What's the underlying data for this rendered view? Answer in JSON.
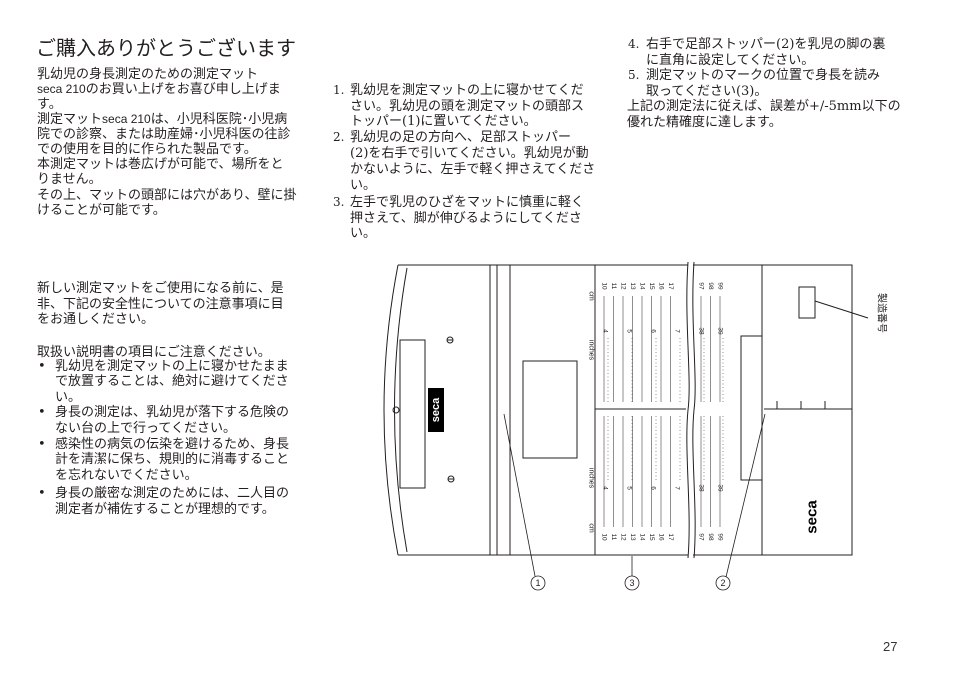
{
  "page": {
    "number": "27"
  },
  "intro": {
    "title": "ご購入ありがとうございます",
    "lines": [
      {
        "text": "乳幼児の身長測定のための測定マット"
      },
      {
        "brand": "seca 210",
        "text": "のお買い上げをお喜び申し上げま"
      },
      {
        "text": "す。"
      },
      {
        "before": "測定マット",
        "brand": "seca 210",
        "text": "は、小児科医院･小児病"
      },
      {
        "text": "院での診察、または助産婦･小児科医の往診"
      },
      {
        "text": "での使用を目的に作られた製品です。"
      },
      {
        "text": "本測定マットは巻広げが可能で、場所をと"
      },
      {
        "text": "りません。"
      },
      {
        "text": "その上、マットの頭部には穴があり、壁に掛"
      },
      {
        "text": "けることが可能です。"
      }
    ]
  },
  "safety": {
    "intro_lines": [
      "新しい測定マットをご使用になる前に、是",
      "非、下記の安全性についての注意事項に目",
      "をお通しください。"
    ],
    "notice": "取扱い説明書の項目にご注意ください。",
    "bullet_symbol": "•",
    "bullets": [
      {
        "lines": [
          "乳幼児を測定マットの上に寝かせたまま",
          "で放置することは、絶対に避けてくださ",
          "い。"
        ]
      },
      {
        "lines": [
          "身長の測定は、乳幼児が落下する危険の",
          "ない台の上で行ってください。"
        ]
      },
      {
        "lines": [
          "感染性の病気の伝染を避けるため、身長",
          "計を清潔に保ち、規則的に消毒すること",
          "を忘れないでください。"
        ]
      },
      {
        "lines": [
          "身長の厳密な測定のためには、二人目の",
          "測定者が補佐することが理想的です。"
        ]
      }
    ]
  },
  "steps": [
    {
      "number": "1.",
      "lines": [
        "乳幼児を測定マットの上に寝かせてくだ",
        "さい。乳幼児の頭を測定マットの頭部ス",
        "トッパー(1)に置いてください。"
      ]
    },
    {
      "number": "2.",
      "lines": [
        "乳幼児の足の方向へ、足部ストッパー",
        "(2)を右手で引いてください。乳幼児が動",
        "かないように、左手で軽く押さえてくださ",
        "い。"
      ]
    },
    {
      "number": "3.",
      "lines": [
        "左手で乳児のひざをマットに慎重に軽く",
        "押さえて、脚が伸びるようにしてくださ",
        "い。"
      ]
    },
    {
      "number": "4.",
      "lines": [
        "右手で足部ストッパー(2)を乳児の脚の裏",
        "に直角に設定してください。"
      ]
    },
    {
      "number": "5.",
      "lines": [
        "測定マットのマークの位置で身長を読み",
        "取ってください(3)。"
      ]
    }
  ],
  "accuracy_note": {
    "lines": [
      "上記の測定法に従えば、誤差が+/-5mm以下の",
      "優れた精確度に達します。"
    ]
  },
  "figure": {
    "callouts": [
      "1",
      "3",
      "2"
    ],
    "serial_number_label": "製造番号",
    "logo_text": "seca",
    "scale": {
      "unit_cm": "cm",
      "unit_inches": "inches",
      "cm_ticks_left": [
        "10",
        "11",
        "12",
        "13",
        "14",
        "15",
        "16",
        "17"
      ],
      "cm_ticks_right": [
        "97",
        "98",
        "99"
      ],
      "inch_ticks_left": [
        "4",
        "5",
        "6",
        "7"
      ],
      "inch_ticks_right": [
        "38",
        "39"
      ]
    },
    "colors": {
      "line": "#231f20",
      "logo_bg": "#000000",
      "logo_fg": "#ffffff"
    }
  }
}
